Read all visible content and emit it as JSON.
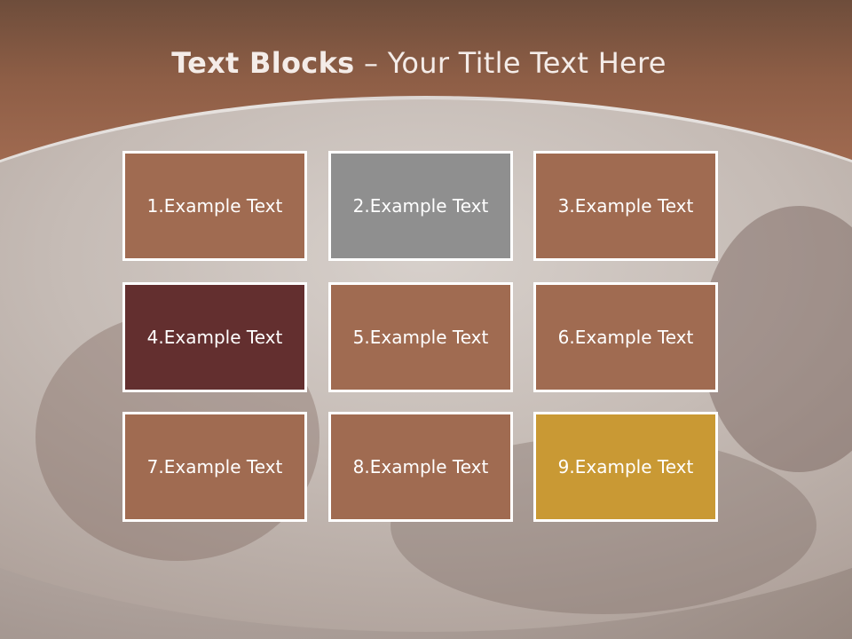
{
  "title": {
    "bold_part": "Text Blocks",
    "separator": " – ",
    "rest": "Your Title Text Here"
  },
  "blocks": [
    {
      "label": "1.Example Text",
      "color": "#a06b51"
    },
    {
      "label": "2.Example Text",
      "color": "#8f8f8f"
    },
    {
      "label": "3.Example Text",
      "color": "#a06b51"
    },
    {
      "label": "4.Example Text",
      "color": "#632f2f"
    },
    {
      "label": "5.Example Text",
      "color": "#a06b51"
    },
    {
      "label": "6.Example Text",
      "color": "#a06b51"
    },
    {
      "label": "7.Example Text",
      "color": "#a06b51"
    },
    {
      "label": "8.Example Text",
      "color": "#a06b51"
    },
    {
      "label": "9.Example Text",
      "color": "#c99934"
    }
  ]
}
